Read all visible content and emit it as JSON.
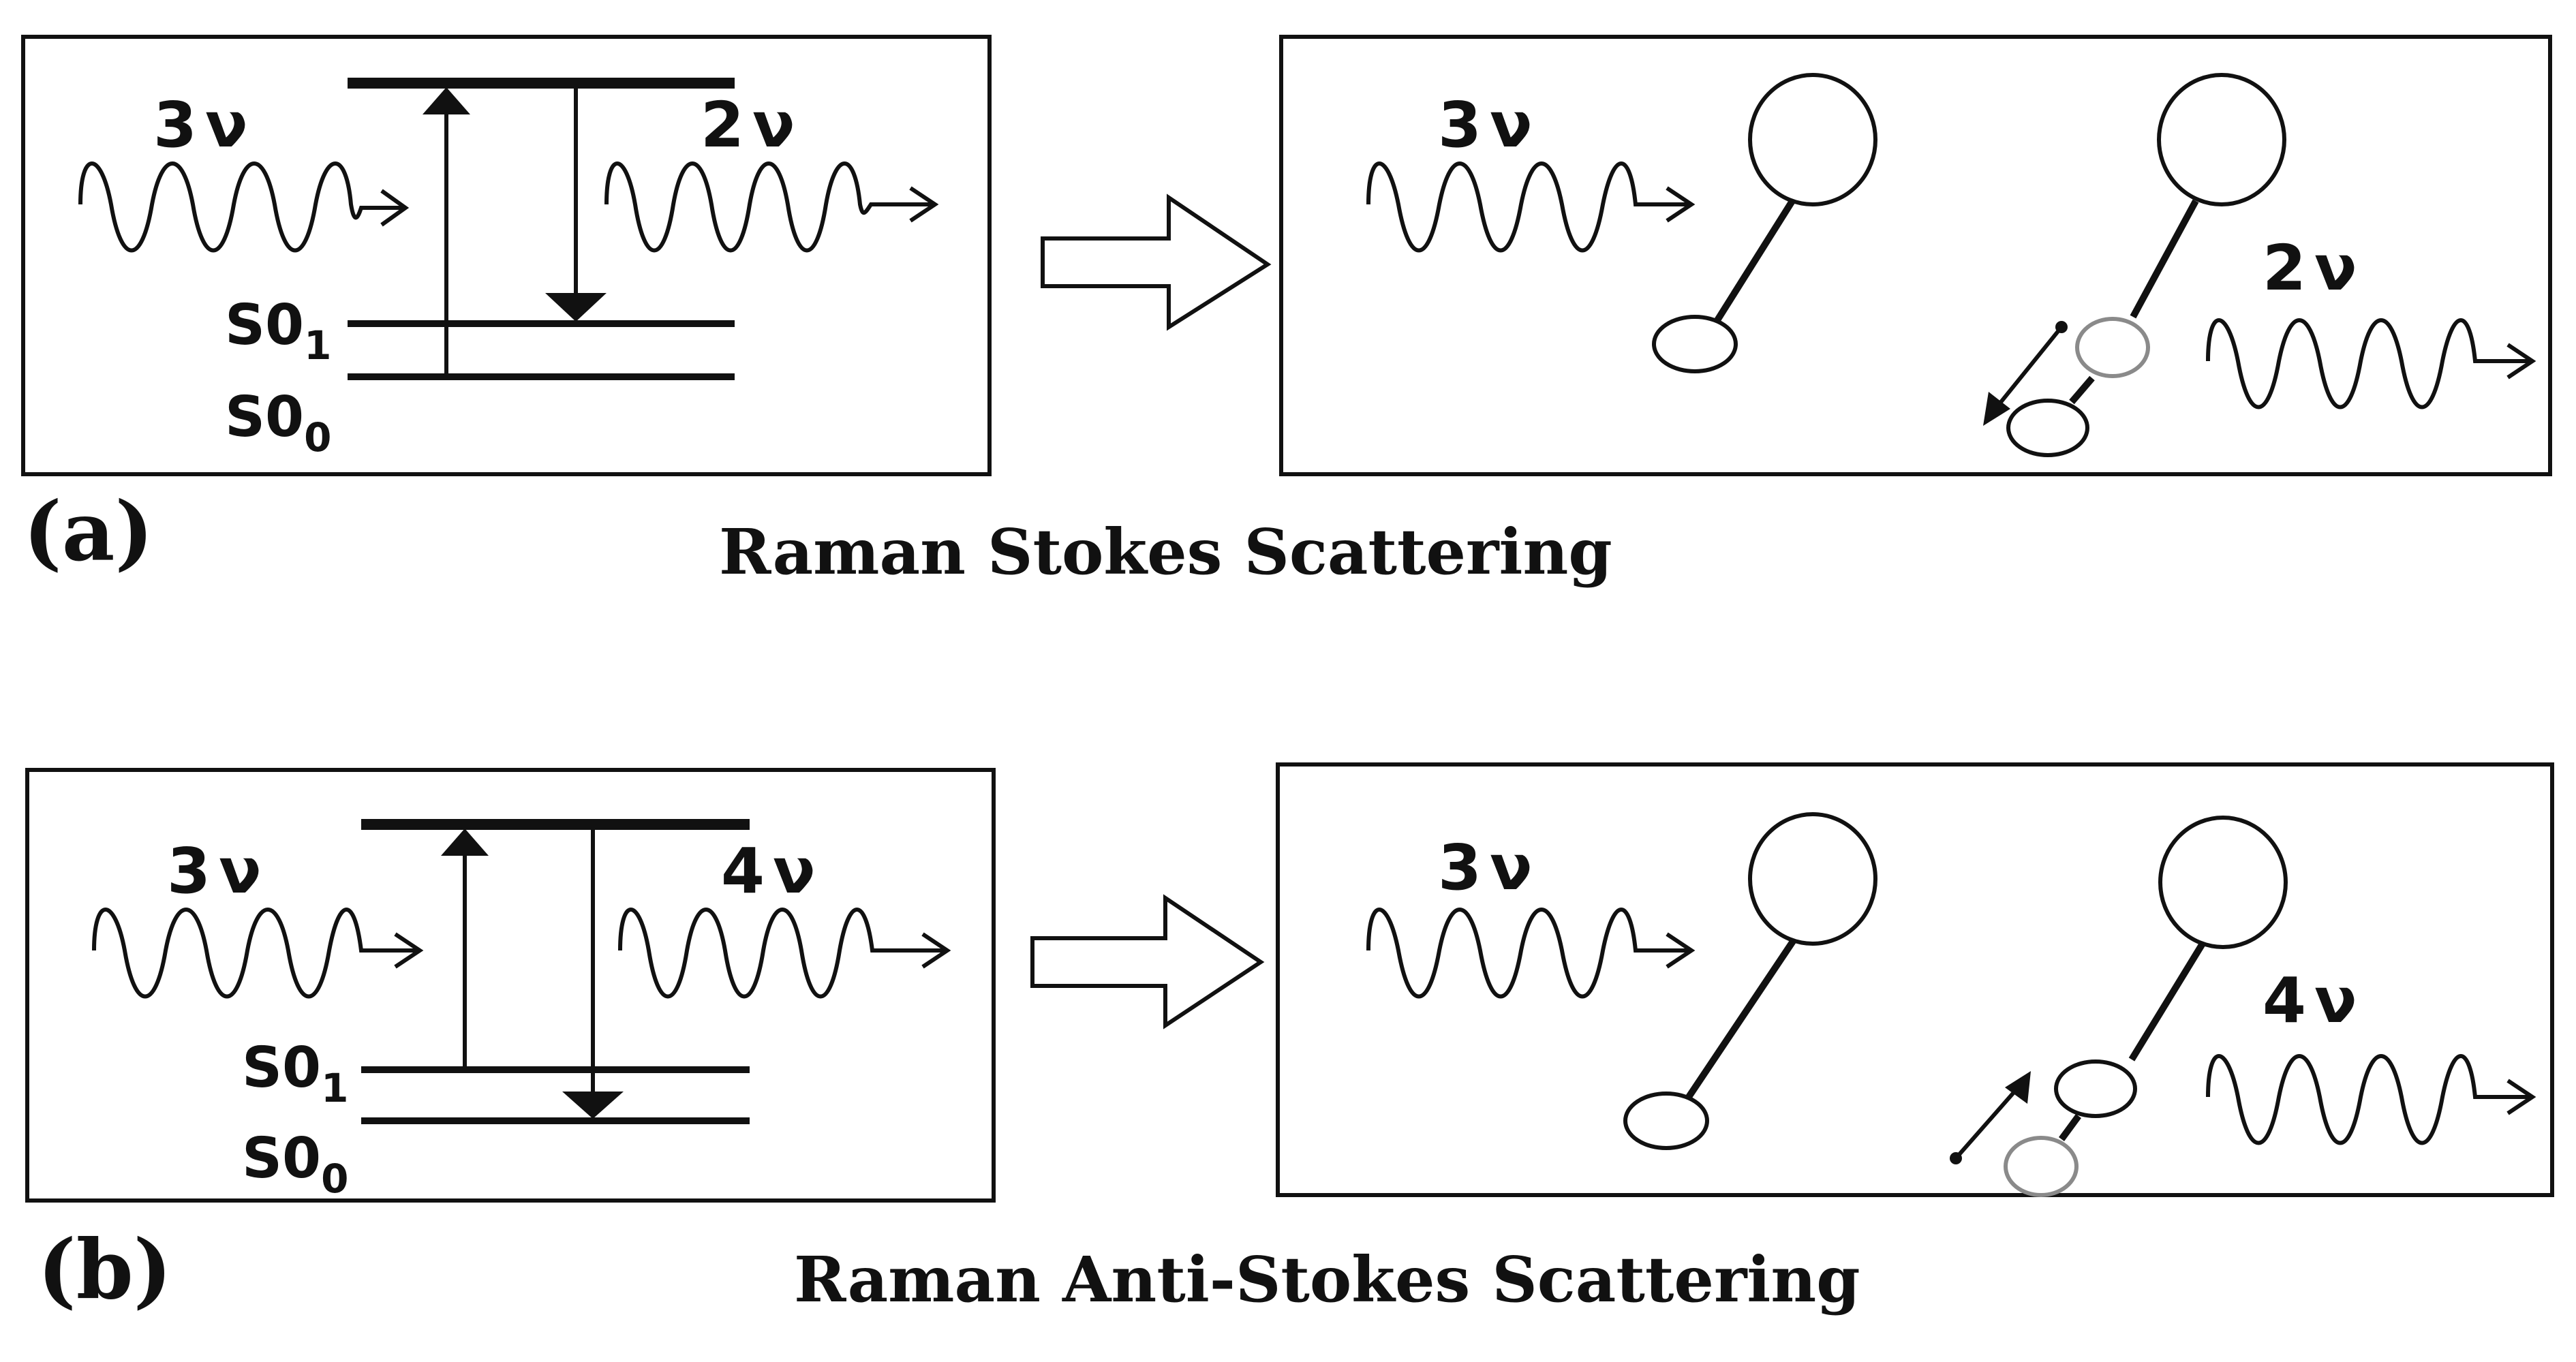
{
  "panels": [
    {
      "letter": "(a)",
      "caption": "Raman Stokes Scattering",
      "incident": {
        "value": "3",
        "symbol": "ν"
      },
      "scattered": {
        "value": "2",
        "symbol": "ν"
      },
      "levels": {
        "upper": {
          "base": "S0",
          "sub": "1"
        },
        "lower": {
          "base": "S0",
          "sub": "0"
        }
      }
    },
    {
      "letter": "(b)",
      "caption": "Raman Anti-Stokes Scattering",
      "incident": {
        "value": "3",
        "symbol": "ν"
      },
      "scattered": {
        "value": "4",
        "symbol": "ν"
      },
      "levels": {
        "upper": {
          "base": "S0",
          "sub": "1"
        },
        "lower": {
          "base": "S0",
          "sub": "0"
        }
      }
    }
  ],
  "colors": {
    "line": "#111111",
    "ghost_atom": "#8a8a8a",
    "background": "#ffffff"
  }
}
